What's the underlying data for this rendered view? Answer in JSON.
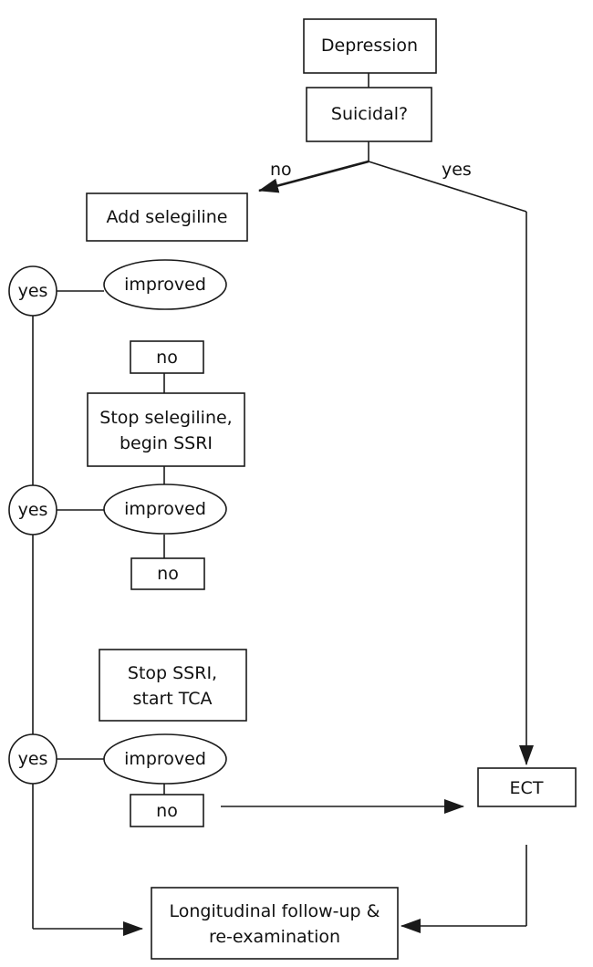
{
  "nodes": {
    "depression": "Depression",
    "suicidal": "Suicidal?",
    "add_selegiline": "Add selegiline",
    "improved_1": "improved",
    "yes_1": "yes",
    "no_1": "no",
    "stop_selegiline_line1": "Stop selegiline,",
    "stop_selegiline_line2": "begin SSRI",
    "improved_2": "improved",
    "yes_2": "yes",
    "no_2": "no",
    "stop_ssri_line1": "Stop SSRI,",
    "stop_ssri_line2": "start TCA",
    "improved_3": "improved",
    "yes_3": "yes",
    "no_3": "no",
    "ect": "ECT",
    "followup_line1": "Longitudinal follow-up &",
    "followup_line2": "re-examination"
  },
  "branches": {
    "no_label": "no",
    "yes_label": "yes"
  },
  "colors": {
    "stroke": "#1a1a1a",
    "fill": "#ffffff",
    "text": "#111111"
  }
}
